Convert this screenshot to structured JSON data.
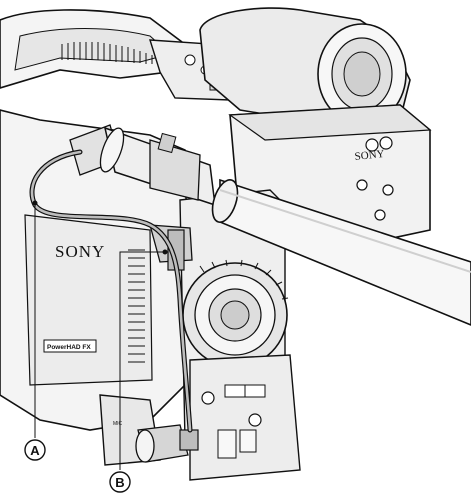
{
  "figure": {
    "brand_front": "SONY",
    "brand_viewfinder": "SONY",
    "badge_text": "PowerHAD FX",
    "mic_label": "MIC",
    "callouts": [
      {
        "id": "A",
        "label": "A"
      },
      {
        "id": "B",
        "label": "B"
      }
    ],
    "colors": {
      "line": "#111111",
      "body_fill": "#f4f4f4",
      "shade": "#d9d9d9",
      "dark": "#9a9a9a",
      "cable": "#b8b8b8"
    }
  }
}
